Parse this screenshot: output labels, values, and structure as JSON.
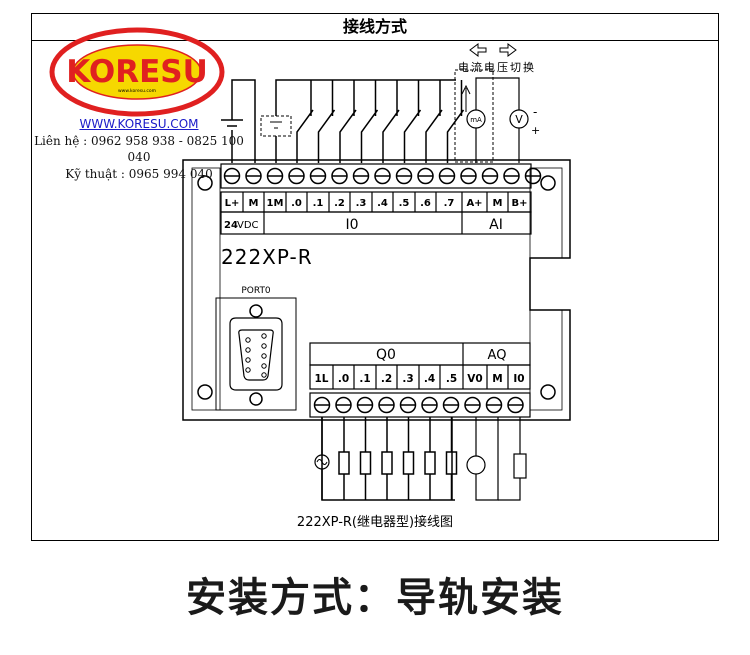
{
  "header": {
    "title": "接线方式"
  },
  "logo": {
    "brand": "KORESU",
    "tagline": "www.koresu.com"
  },
  "contact": {
    "url": "WWW.KORESU.COM",
    "phone": "Liên hệ : 0962 958 938 - 0825 100 040",
    "tech": "Kỹ thuật : 0965 994 040"
  },
  "switch_note": "电流电压切换",
  "meter_labels": {
    "ma": "mA",
    "v": "V"
  },
  "polarity": {
    "minus": "-",
    "plus": "+"
  },
  "plc": {
    "model": "222XP-R",
    "port": "PORT0",
    "top_terminals": [
      "L+",
      "M",
      "1M",
      ".0",
      ".1",
      ".2",
      ".3",
      ".4",
      ".5",
      ".6",
      ".7",
      "A+",
      "M",
      "B+"
    ],
    "power_label_bold": "24",
    "power_label": "VDC",
    "input_group": "I0",
    "analog_in_group": "AI",
    "output_group": "Q0",
    "analog_out_group": "AQ",
    "bottom_terminals": [
      "1L",
      ".0",
      ".1",
      ".2",
      ".3",
      ".4",
      ".5",
      "V0",
      "M",
      "I0"
    ]
  },
  "caption": "222XP-R(继电器型)接线图",
  "footer_title": "安装方式：导轨安装",
  "colors": {
    "logo_ring": "#e02020",
    "logo_fill": "#f6d800",
    "logo_text": "#e02020",
    "url_blue": "#1a1ac8"
  }
}
